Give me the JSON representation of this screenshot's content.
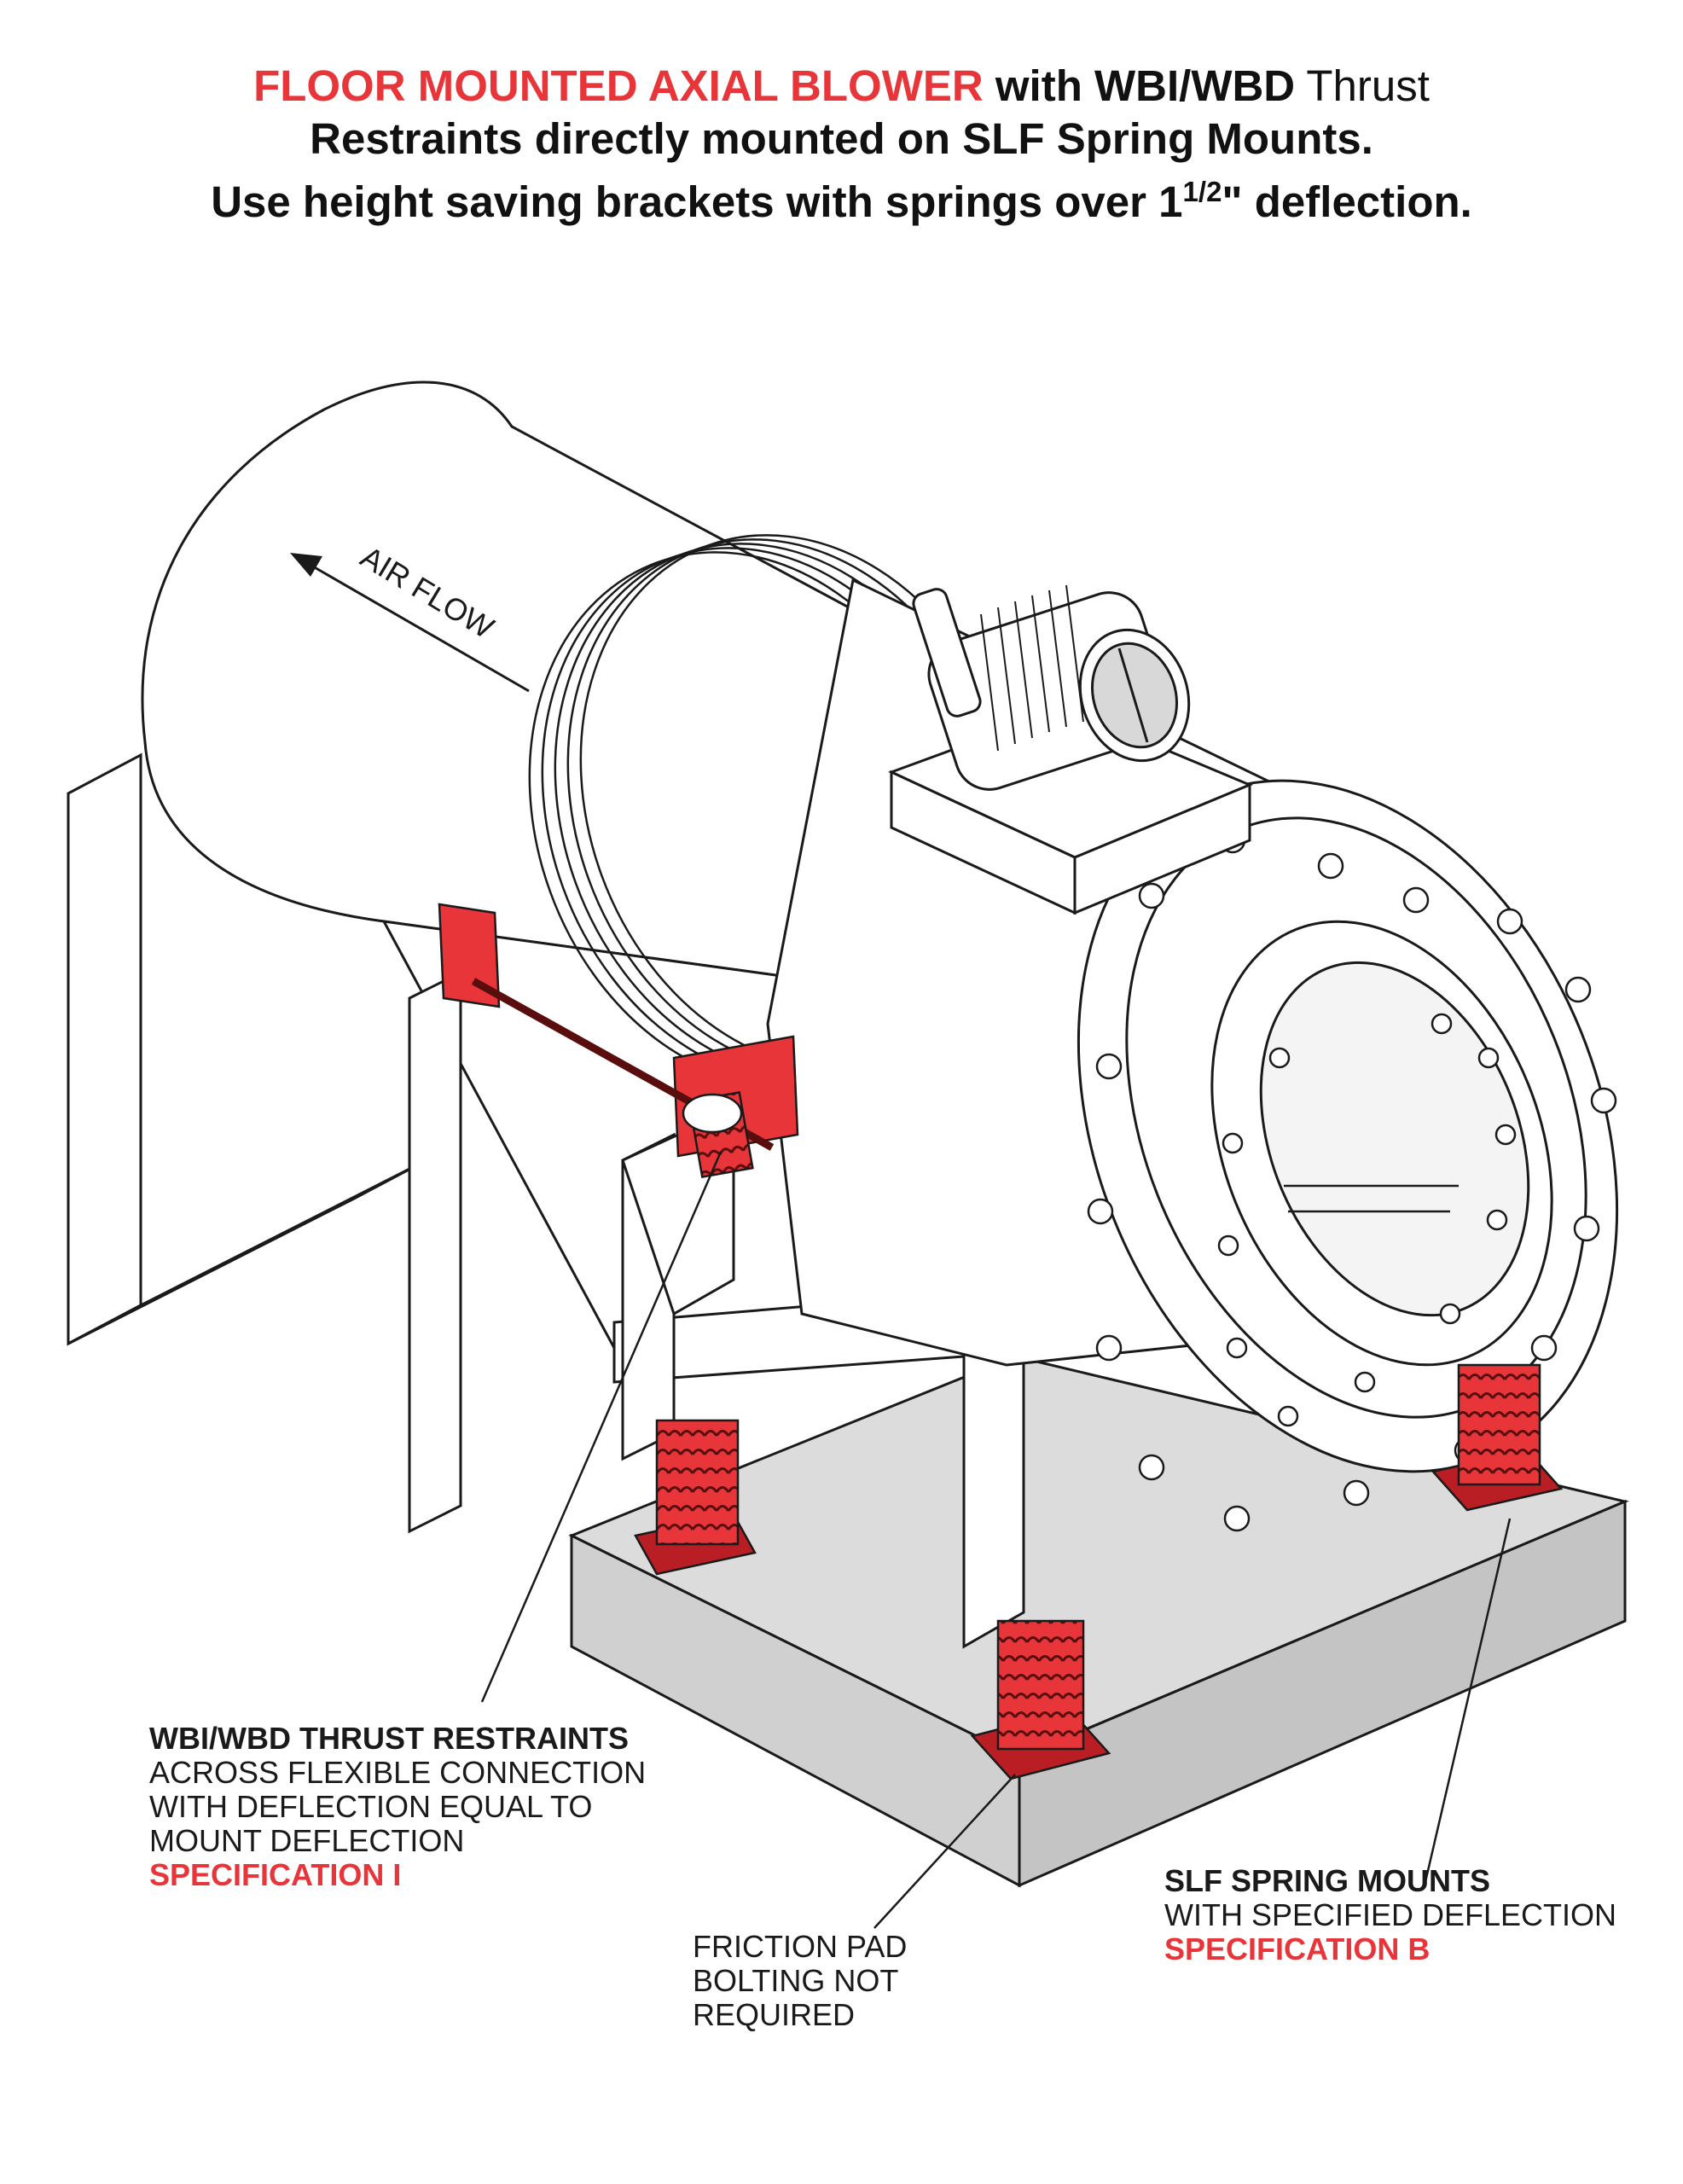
{
  "title": {
    "line1_red": "FLOOR MOUNTED AXIAL BLOWER",
    "line1_with": " with ",
    "line1_bold": "WBI/WBD",
    "line1_rest": " Thrust",
    "line2_a": "Restraints directly mounted on ",
    "line2_bold": "SLF",
    "line2_b": " Spring Mounts.",
    "line3_a": "Use height saving brackets with springs over 1",
    "line3_frac": "1/2",
    "line3_b": "\" deflection."
  },
  "drawing": {
    "airflow_label": "AIR FLOW",
    "accent_color": "#e8353a",
    "base_color": "#dcdcdc",
    "line_color": "#1a1a1a"
  },
  "callouts": {
    "thrust": {
      "heading": "WBI/WBD THRUST RESTRAINTS",
      "line1": "ACROSS FLEXIBLE CONNECTION",
      "line2": "WITH DEFLECTION EQUAL TO",
      "line3": "MOUNT DEFLECTION",
      "spec": "SPECIFICATION I"
    },
    "friction": {
      "line1": "FRICTION PAD",
      "line2": "BOLTING NOT",
      "line3": "REQUIRED"
    },
    "springs": {
      "heading": "SLF SPRING MOUNTS",
      "line1": "WITH SPECIFIED DEFLECTION",
      "spec": "SPECIFICATION B"
    }
  }
}
